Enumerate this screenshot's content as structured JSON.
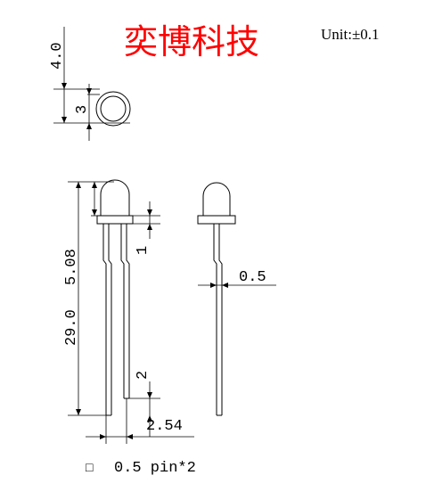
{
  "title": "奕博科技",
  "unit": "Unit:±0.1",
  "dimensions": {
    "top_height": "4.0",
    "top_diameter": "3",
    "total_length": "29.0",
    "body_height": "5.08",
    "flange_thickness": "1",
    "lead_step": "2",
    "lead_spacing": "2.54",
    "lead_width": "0.5"
  },
  "pin_note": {
    "marker": "□",
    "text": "0.5 pin*2"
  },
  "colors": {
    "title": "#ff0000",
    "lines": "#000000"
  }
}
